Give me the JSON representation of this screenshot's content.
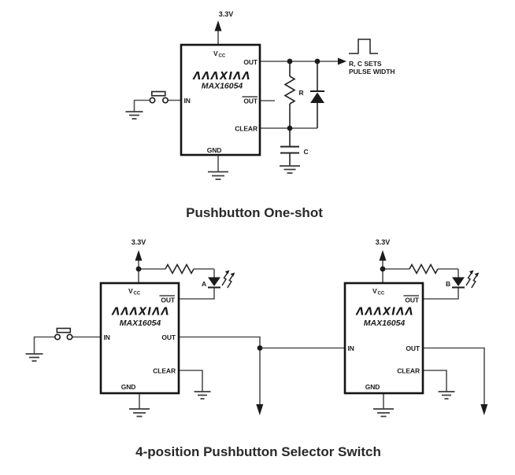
{
  "colors": {
    "wire": "#515155",
    "component": "#232325",
    "chip_border": "#141414",
    "text": "#1b1b1d"
  },
  "top_circuit": {
    "caption": "Pushbutton One-shot",
    "supply_label": "3.3V",
    "chip": {
      "logo": "ΛΛΛΧΙΛΛ",
      "part_number": "MAX16054",
      "pin_vcc": "V",
      "pin_vcc_sub": "CC",
      "pin_out": "OUT",
      "pin_out_bar": "OUT",
      "pin_in": "IN",
      "pin_clear": "CLEAR",
      "pin_gnd": "GND"
    },
    "resistor_label": "R",
    "capacitor_label": "C",
    "pulse_note_line1": "R, C SETS",
    "pulse_note_line2": "PULSE WIDTH"
  },
  "bottom_circuit": {
    "caption": "4-position Pushbutton Selector Switch",
    "left_chip": {
      "supply_label": "3.3V",
      "led_label": "A",
      "logo": "ΛΛΛΧΙΛΛ",
      "part_number": "MAX16054",
      "pin_vcc": "V",
      "pin_vcc_sub": "CC",
      "pin_out": "OUT",
      "pin_out_bar": "OUT",
      "pin_in": "IN",
      "pin_clear": "CLEAR",
      "pin_gnd": "GND"
    },
    "right_chip": {
      "supply_label": "3.3V",
      "led_label": "B",
      "logo": "ΛΛΛΧΙΛΛ",
      "part_number": "MAX16054",
      "pin_vcc": "V",
      "pin_vcc_sub": "CC",
      "pin_out": "OUT",
      "pin_out_bar": "OUT",
      "pin_in": "IN",
      "pin_clear": "CLEAR",
      "pin_gnd": "GND"
    }
  }
}
